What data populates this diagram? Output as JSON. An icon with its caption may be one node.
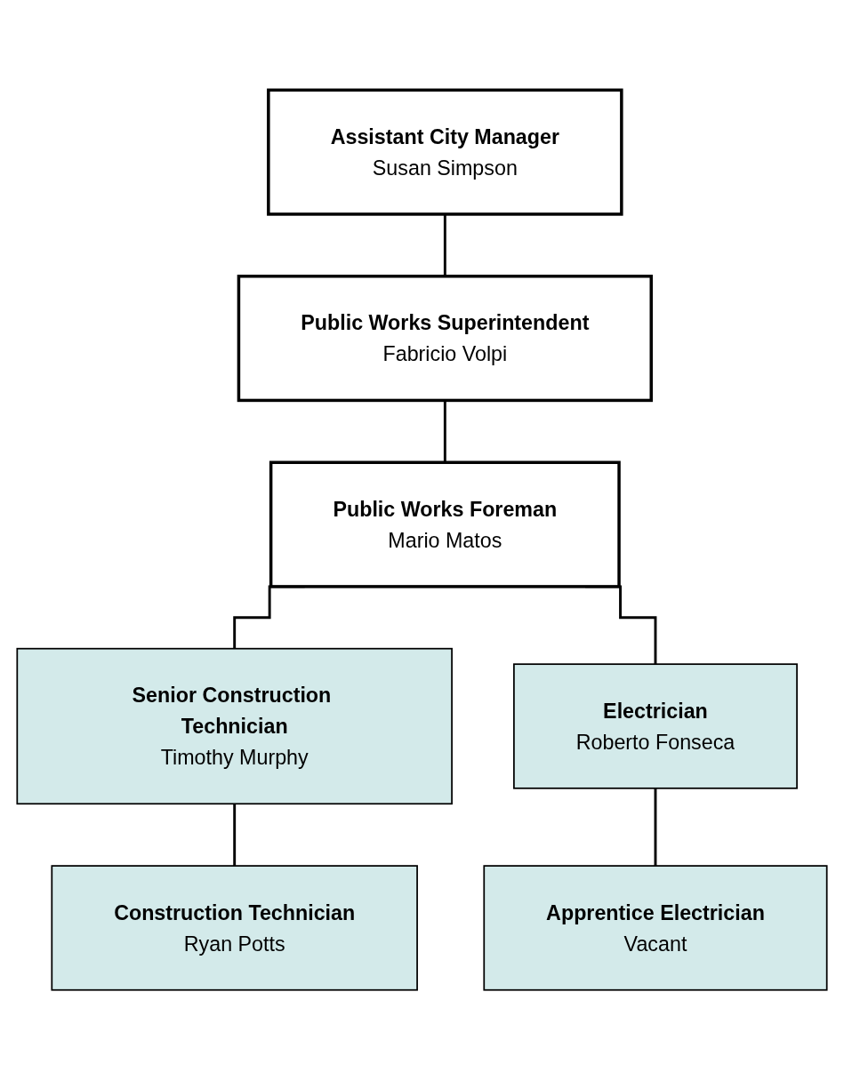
{
  "diagram": {
    "nodes": [
      {
        "text": [
          "Assistant City Manager",
          "Susan Simpson"
        ]
      },
      {
        "text": [
          "Public Works Superintendent",
          "Fabricio Volpi"
        ]
      },
      {
        "text": [
          "Public Works Foreman",
          "Mario Matos"
        ]
      },
      {
        "text": [
          "Senior Construction Technician",
          "Timothy Murphy"
        ]
      },
      {
        "text": [
          "Electrician",
          "Roberto Fonseca"
        ]
      },
      {
        "text": [
          "Construction Technician",
          "Ryan Potts"
        ]
      },
      {
        "text": [
          "Apprentice Electrician",
          "Vacant"
        ]
      }
    ],
    "edges": [
      {
        "from": 0,
        "to": 1,
        "arrow": "none"
      },
      {
        "from": 1,
        "to": 2,
        "arrow": "none"
      },
      {
        "from": 2,
        "to": 3,
        "arrow": "none"
      },
      {
        "from": 2,
        "to": 4,
        "arrow": "none"
      },
      {
        "from": 3,
        "to": 5,
        "arrow": "none"
      },
      {
        "from": 4,
        "to": 6,
        "arrow": "none"
      }
    ]
  }
}
